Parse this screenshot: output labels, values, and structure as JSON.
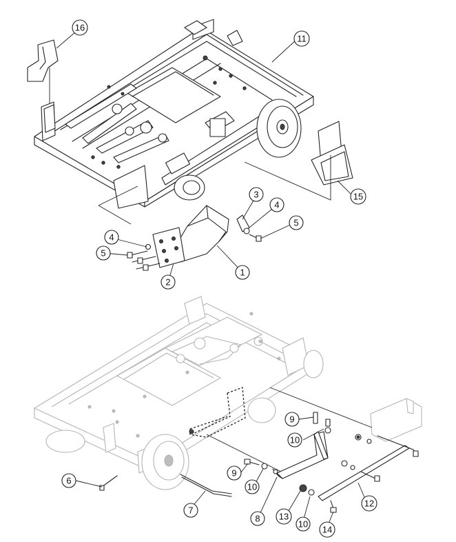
{
  "upper_assembly": {
    "callouts": [
      "16",
      "11",
      "15",
      "3",
      "4",
      "5",
      "4",
      "5",
      "2",
      "1"
    ]
  },
  "lower_assembly": {
    "callouts": [
      "9",
      "10",
      "9",
      "10",
      "6",
      "7",
      "8",
      "13",
      "10",
      "14",
      "12"
    ]
  }
}
